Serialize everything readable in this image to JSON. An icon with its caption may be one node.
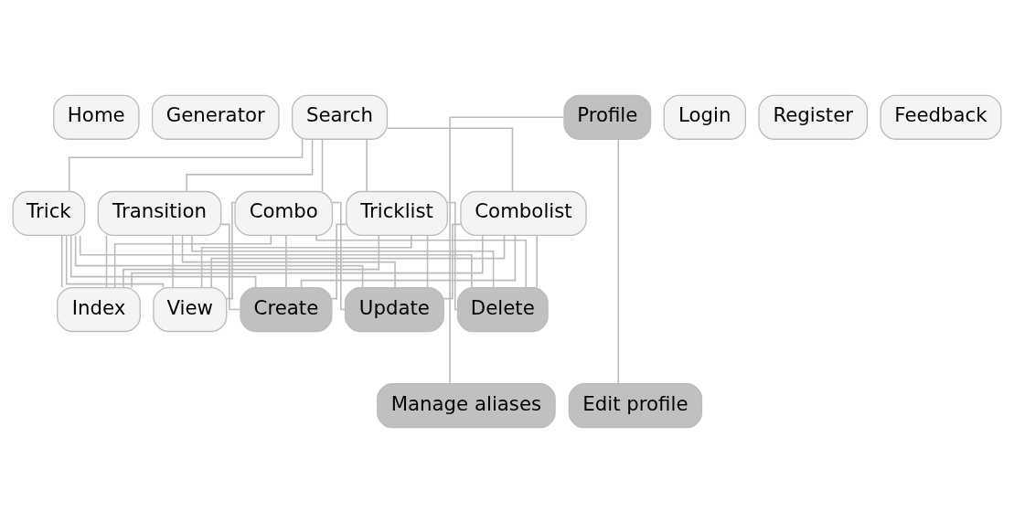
{
  "diagram": {
    "nodes": [
      {
        "text": [
          "Home"
        ]
      },
      {
        "text": [
          "Generator"
        ]
      },
      {
        "text": [
          "Search"
        ]
      },
      {
        "text": [
          "Profile"
        ]
      },
      {
        "text": [
          "Login"
        ]
      },
      {
        "text": [
          "Register"
        ]
      },
      {
        "text": [
          "Feedback"
        ]
      },
      {
        "text": [
          "Trick"
        ]
      },
      {
        "text": [
          "Transition"
        ]
      },
      {
        "text": [
          "Combo"
        ]
      },
      {
        "text": [
          "Tricklist"
        ]
      },
      {
        "text": [
          "Combolist"
        ]
      },
      {
        "text": [
          "Index"
        ]
      },
      {
        "text": [
          "View"
        ]
      },
      {
        "text": [
          "Create"
        ]
      },
      {
        "text": [
          "Update"
        ]
      },
      {
        "text": [
          "Delete"
        ]
      },
      {
        "text": [
          "Manage aliases"
        ]
      },
      {
        "text": [
          "Edit profile"
        ]
      }
    ],
    "edges": [
      {
        "from": 2,
        "to": 7,
        "arrow": "none"
      },
      {
        "from": 2,
        "to": 8,
        "arrow": "none"
      },
      {
        "from": 2,
        "to": 9,
        "arrow": "none"
      },
      {
        "from": 2,
        "to": 10,
        "arrow": "none"
      },
      {
        "from": 2,
        "to": 11,
        "arrow": "none"
      },
      {
        "from": 7,
        "to": 12,
        "arrow": "none"
      },
      {
        "from": 7,
        "to": 13,
        "arrow": "none"
      },
      {
        "from": 7,
        "to": 14,
        "arrow": "none"
      },
      {
        "from": 7,
        "to": 15,
        "arrow": "none"
      },
      {
        "from": 7,
        "to": 16,
        "arrow": "none"
      },
      {
        "from": 8,
        "to": 12,
        "arrow": "none"
      },
      {
        "from": 8,
        "to": 13,
        "arrow": "none"
      },
      {
        "from": 8,
        "to": 14,
        "arrow": "none"
      },
      {
        "from": 8,
        "to": 15,
        "arrow": "none"
      },
      {
        "from": 8,
        "to": 16,
        "arrow": "none"
      },
      {
        "from": 9,
        "to": 12,
        "arrow": "none"
      },
      {
        "from": 9,
        "to": 13,
        "arrow": "none"
      },
      {
        "from": 9,
        "to": 14,
        "arrow": "none"
      },
      {
        "from": 9,
        "to": 15,
        "arrow": "none"
      },
      {
        "from": 9,
        "to": 16,
        "arrow": "none"
      },
      {
        "from": 10,
        "to": 12,
        "arrow": "none"
      },
      {
        "from": 10,
        "to": 13,
        "arrow": "none"
      },
      {
        "from": 10,
        "to": 14,
        "arrow": "none"
      },
      {
        "from": 10,
        "to": 15,
        "arrow": "none"
      },
      {
        "from": 10,
        "to": 16,
        "arrow": "none"
      },
      {
        "from": 11,
        "to": 12,
        "arrow": "none"
      },
      {
        "from": 11,
        "to": 13,
        "arrow": "none"
      },
      {
        "from": 11,
        "to": 14,
        "arrow": "none"
      },
      {
        "from": 11,
        "to": 15,
        "arrow": "none"
      },
      {
        "from": 11,
        "to": 16,
        "arrow": "none"
      },
      {
        "from": 3,
        "to": 17,
        "arrow": "none"
      },
      {
        "from": 3,
        "to": 18,
        "arrow": "none"
      }
    ]
  }
}
